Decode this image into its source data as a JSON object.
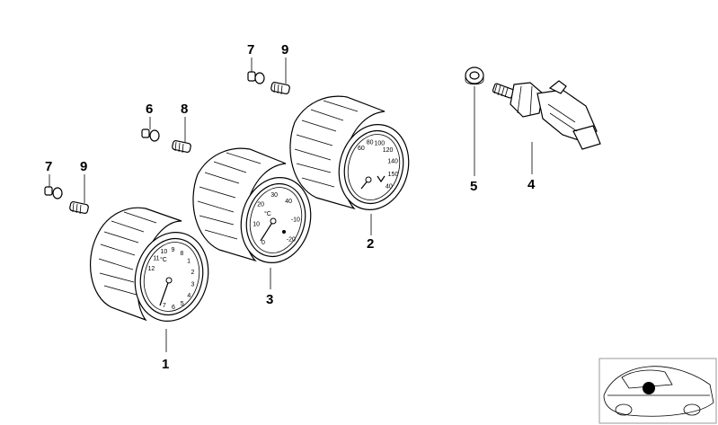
{
  "callouts": {
    "gauge_1": "1",
    "gauge_2": "2",
    "gauge_3": "3",
    "sensor_4": "4",
    "nut_5": "5",
    "bulb_socket_6": "6",
    "bulb_7_top": "7",
    "bulb_7_left": "7",
    "bulb_8": "8",
    "bulb_9_top": "9",
    "bulb_9_left": "9"
  },
  "gauge_1_dial": {
    "unit": "°C",
    "labels": [
      "12",
      "11",
      "10",
      "9",
      "8",
      "1",
      "2",
      "3",
      "4",
      "5",
      "6",
      "7"
    ]
  },
  "gauge_3_dial": {
    "unit": "°C",
    "labels": [
      "0",
      "10",
      "20",
      "30",
      "40",
      "-10",
      "-20"
    ]
  },
  "gauge_2_dial": {
    "labels": [
      "60",
      "80",
      "100",
      "120",
      "140",
      "150",
      "40"
    ]
  },
  "thumbnail": {
    "icon": "car-location-icon"
  },
  "colors": {
    "line": "#000000",
    "background": "#ffffff",
    "thumbnail_border": "#999999"
  }
}
